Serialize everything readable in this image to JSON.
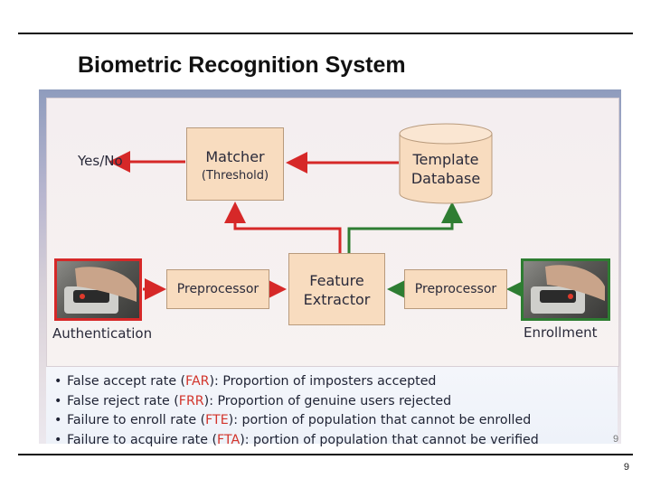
{
  "title": "Biometric Recognition System",
  "diagram": {
    "matcher": {
      "line1": "Matcher",
      "line2": "(Threshold)"
    },
    "template_db": {
      "line1": "Template",
      "line2": "Database"
    },
    "feature_extractor": {
      "line1": "Feature",
      "line2": "Extractor"
    },
    "preprocessor_left": "Preprocessor",
    "preprocessor_right": "Preprocessor",
    "decision": "Yes/No",
    "authentication": "Authentication",
    "enrollment": "Enrollment",
    "colors": {
      "auth_path": "#d62828",
      "enroll_path": "#2e7d32",
      "box_fill": "#f8dcbf"
    }
  },
  "bullets": [
    {
      "pre": "False accept rate (",
      "abbr": "FAR",
      "post": "): Proportion of imposters accepted"
    },
    {
      "pre": "False reject rate  (",
      "abbr": "FRR",
      "post": "):  Proportion of genuine users rejected"
    },
    {
      "pre": "Failure to enroll rate (",
      "abbr": "FTE",
      "post": "): portion of population that cannot be enrolled"
    },
    {
      "pre": "Failure to acquire rate (",
      "abbr": "FTA",
      "post": "): portion of population that cannot be verified"
    }
  ],
  "corner_mark": "9",
  "page_number": "9"
}
